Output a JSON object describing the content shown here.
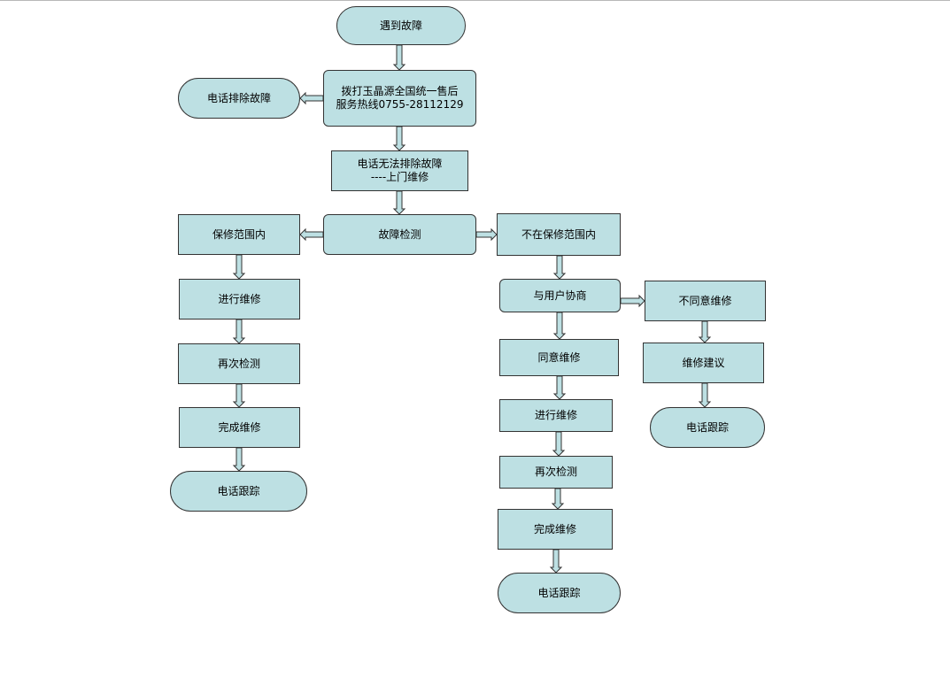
{
  "flowchart": {
    "nodes": {
      "start": "遇到故障",
      "call_hotline": "拨打玉晶源全国统一售后\n服务热线0755-28112129",
      "phone_resolve": "电话排除故障",
      "onsite_repair": "电话无法排除故障\n----上门维修",
      "fault_check": "故障检测",
      "in_warranty": "保修范围内",
      "left_repair": "进行维修",
      "left_recheck": "再次检测",
      "left_complete": "完成维修",
      "left_followup": "电话跟踪",
      "out_warranty": "不在保修范围内",
      "negotiate": "与用户协商",
      "disagree": "不同意维修",
      "suggestion": "维修建议",
      "right_followup_a": "电话跟踪",
      "agree": "同意维修",
      "mid_repair": "进行维修",
      "mid_recheck": "再次检测",
      "mid_complete": "完成维修",
      "mid_followup": "电话跟踪"
    },
    "colors": {
      "node_fill": "#bde0e3",
      "node_border": "#333333",
      "arrow_fill": "#bde0e3"
    }
  }
}
